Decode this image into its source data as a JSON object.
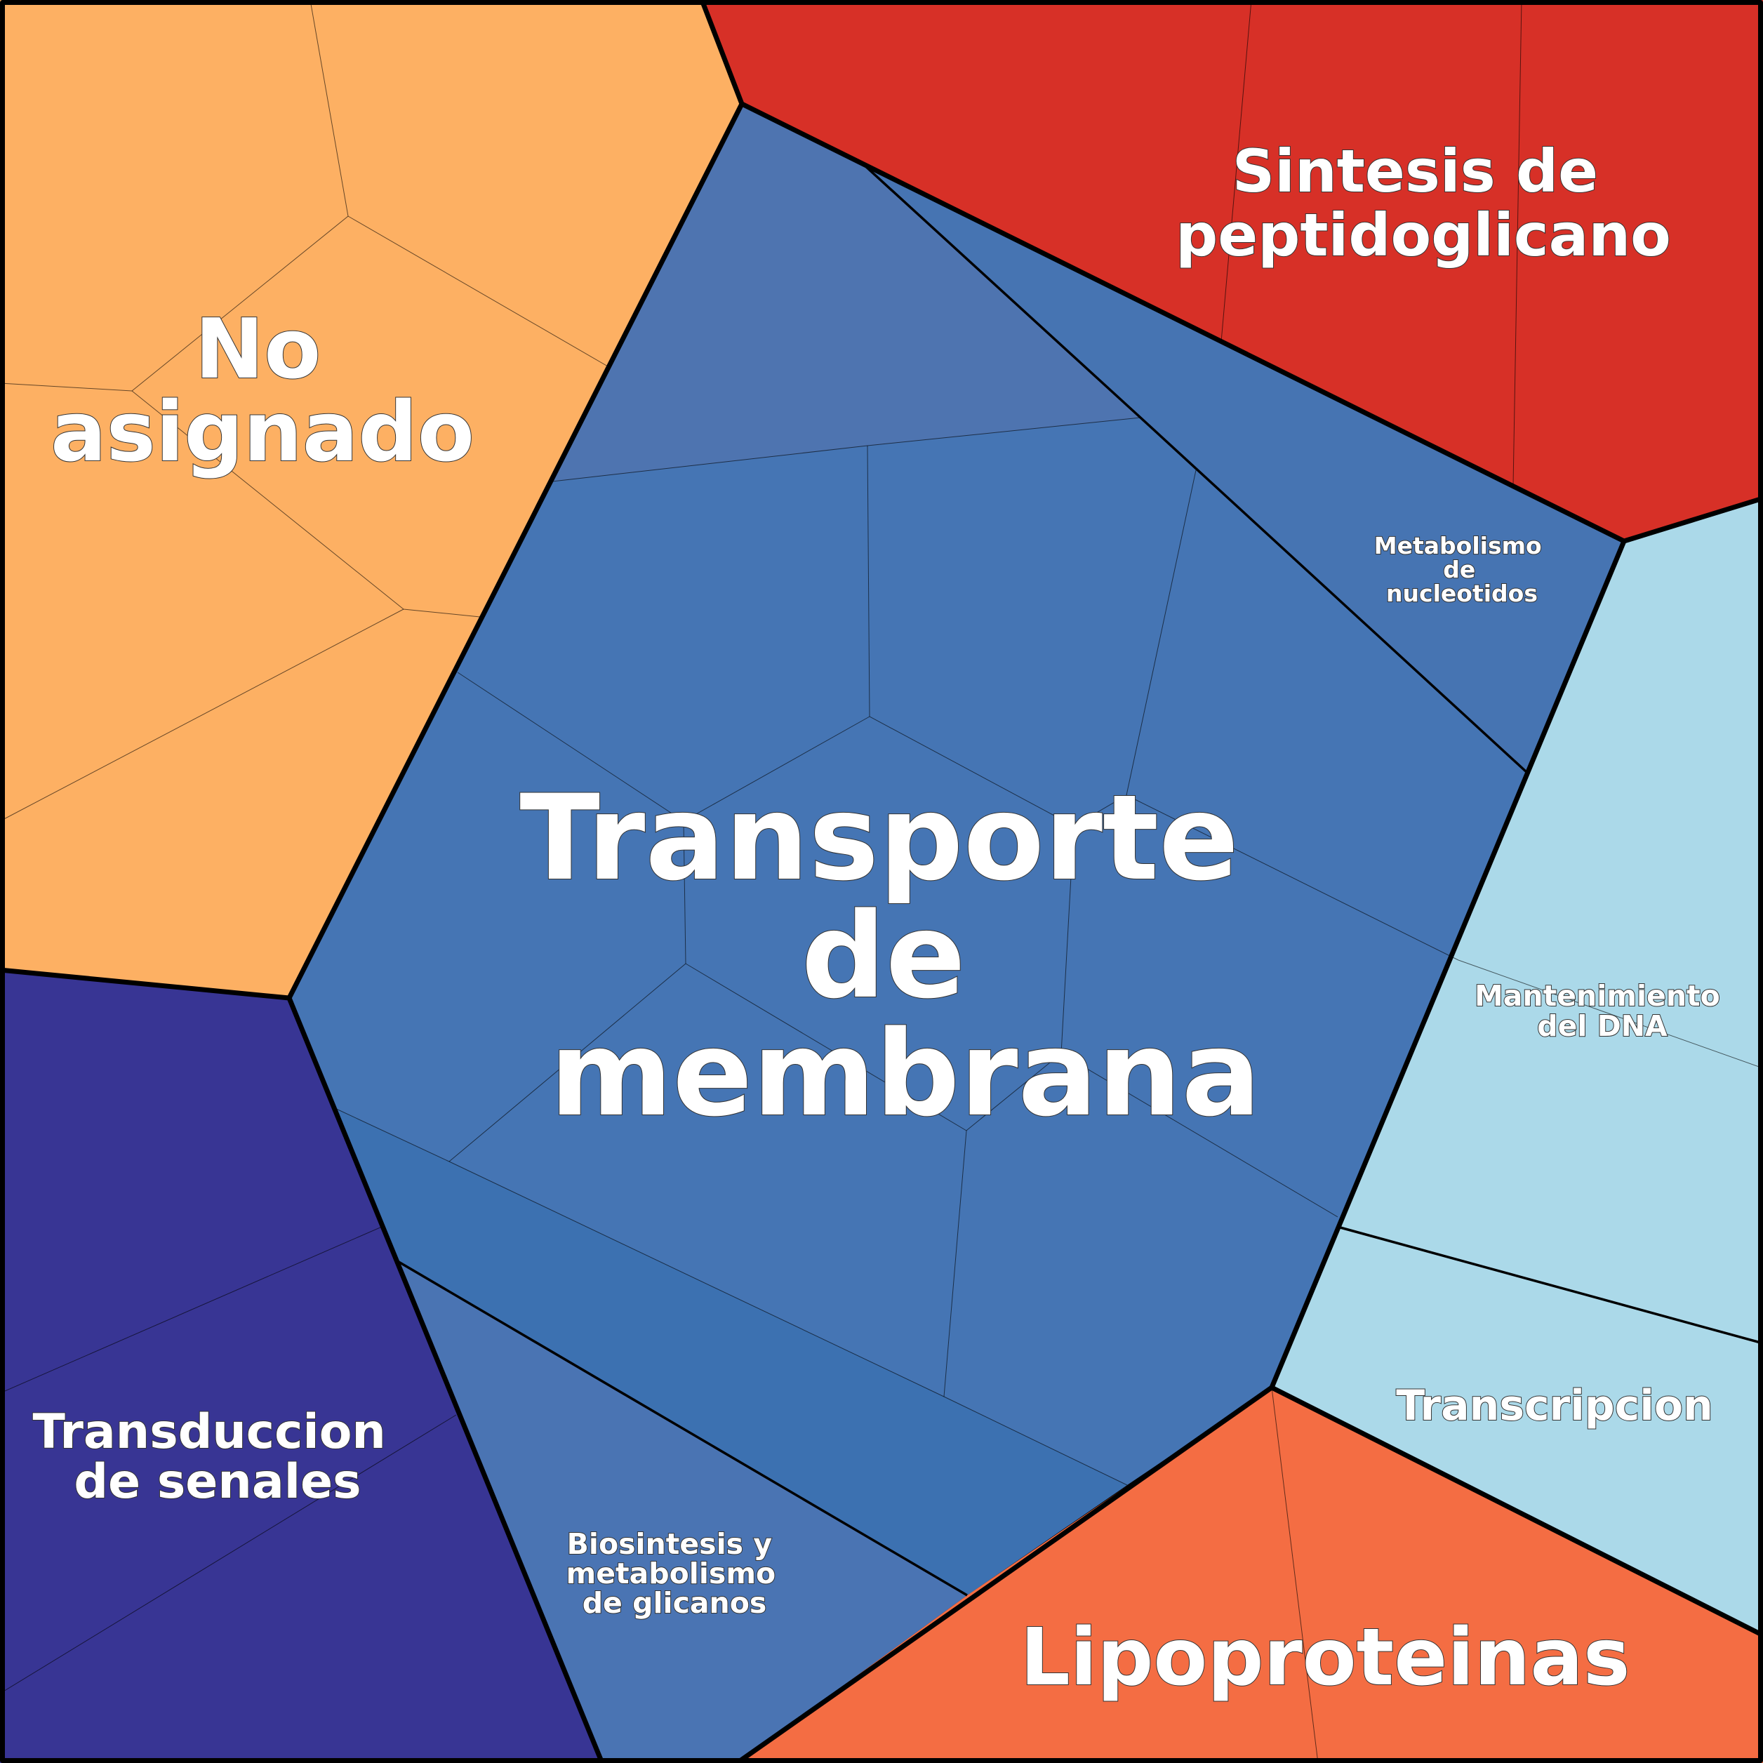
{
  "colors": {
    "no_asignado": "#FDB063",
    "sintesis": "#D73027",
    "transporte": "#4575B4",
    "transporte_top": "#4E74B0",
    "metabolismo": "#4674B2",
    "transporte_bottom": "#3C71B1",
    "biosintesis": "#4A74B3",
    "mantenimiento": "#ABD9E9",
    "lipoproteinas": "#F46D43",
    "transduccion": "#383594"
  },
  "regions": {
    "no_asignado": {
      "lines": [
        "No",
        "asignado"
      ]
    },
    "sintesis": {
      "lines": [
        "Sintesis de",
        "peptidoglicano"
      ]
    },
    "transporte": {
      "lines": [
        "Transporte",
        "de",
        "membrana"
      ]
    },
    "metabolismo": {
      "lines": [
        "Metabolismo",
        "de",
        "nucleotidos"
      ]
    },
    "mantenimiento": {
      "lines": [
        "Mantenimiento",
        "del DNA"
      ]
    },
    "transcripcion": {
      "lines": [
        "Transcripcion"
      ]
    },
    "lipoproteinas": {
      "lines": [
        "Lipoproteinas"
      ]
    },
    "biosintesis": {
      "lines": [
        "Biosintesis y",
        "metabolismo",
        "de glicanos"
      ]
    },
    "transduccion": {
      "lines": [
        "Transduccion",
        "de senales"
      ]
    }
  }
}
